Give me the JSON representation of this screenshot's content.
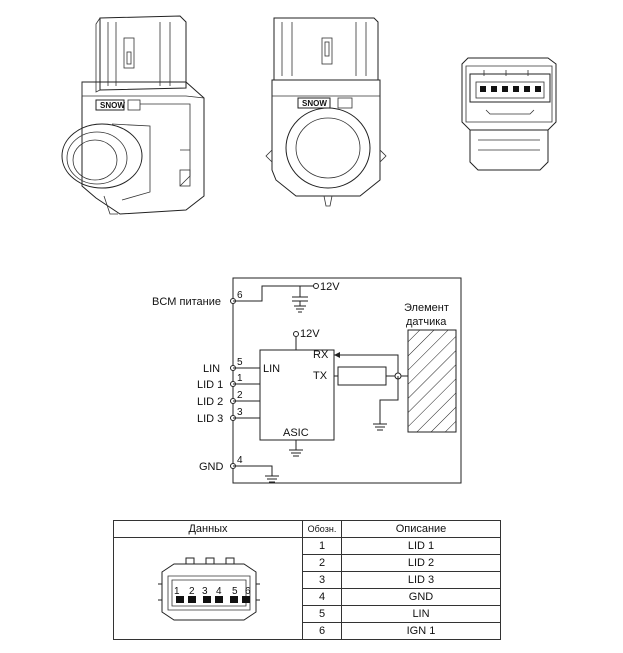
{
  "circuit": {
    "bcm_label": "BCM питание",
    "v12_top": "12V",
    "v12_asic": "12V",
    "element_label_line1": "Элемент",
    "element_label_line2": "датчика",
    "asic_label": "ASIC",
    "asic_lin": "LIN",
    "asic_rx": "RX",
    "asic_tx": "TX",
    "left_labels": {
      "lin": "LIN",
      "lid1": "LID 1",
      "lid2": "LID 2",
      "lid3": "LID 3",
      "gnd": "GND"
    },
    "pin_numbers": {
      "bcm": "6",
      "lin": "5",
      "lid1": "1",
      "lid2": "2",
      "lid3": "3",
      "gnd": "4"
    }
  },
  "connector_pins": [
    "1",
    "2",
    "3",
    "4",
    "5",
    "6"
  ],
  "table": {
    "headers": {
      "data": "Данных",
      "code": "Обозн.",
      "desc": "Описание"
    },
    "rows": [
      {
        "code": "1",
        "desc": "LID 1"
      },
      {
        "code": "2",
        "desc": "LID 2"
      },
      {
        "code": "3",
        "desc": "LID 3"
      },
      {
        "code": "4",
        "desc": "GND"
      },
      {
        "code": "5",
        "desc": "LIN"
      },
      {
        "code": "6",
        "desc": "IGN 1"
      }
    ]
  }
}
